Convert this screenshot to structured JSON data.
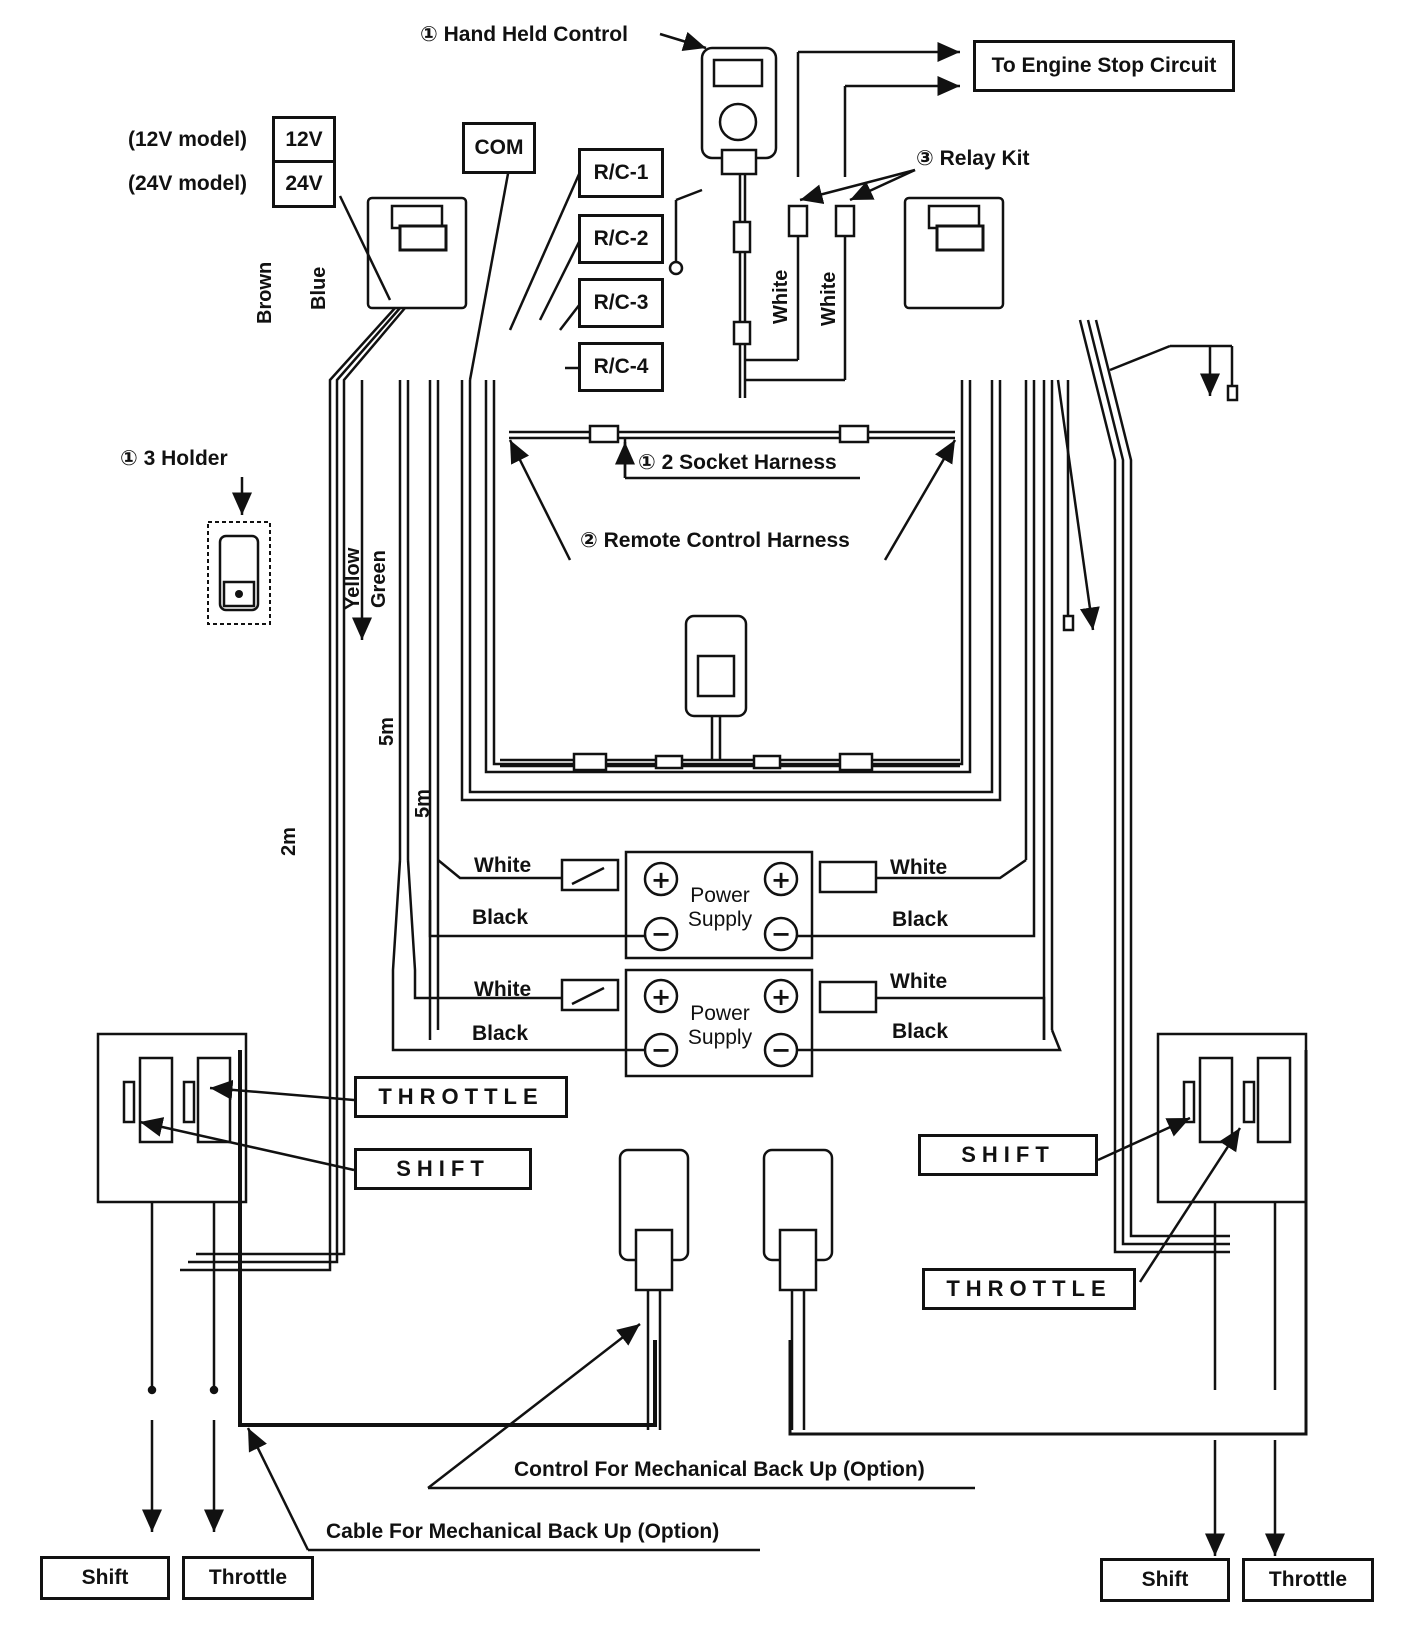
{
  "labels": {
    "hand_held_control": "① Hand Held Control",
    "engine_stop": "To Engine Stop Circuit",
    "relay_kit": "③ Relay Kit",
    "model_12v": "(12V model)",
    "model_24v": "(24V model)",
    "v12": "12V",
    "v24": "24V",
    "com": "COM",
    "rc1": "R/C-1",
    "rc2": "R/C-2",
    "rc3": "R/C-3",
    "rc4": "R/C-4",
    "holder": "① 3 Holder",
    "socket_harness": "① 2 Socket Harness",
    "remote_harness": "② Remote Control Harness",
    "throttle_box_left": "THROTTLE",
    "shift_box_left": "SHIFT",
    "shift_box_right": "SHIFT",
    "throttle_box_right": "THROTTLE",
    "control_backup": "Control For Mechanical Back Up (Option)",
    "cable_backup": "Cable For Mechanical Back Up (Option)",
    "shift_bottom_left": "Shift",
    "throttle_bottom_left": "Throttle",
    "shift_bottom_right": "Shift",
    "throttle_bottom_right": "Throttle"
  },
  "wires": {
    "brown": "Brown",
    "blue": "Blue",
    "yellow": "Yellow",
    "green": "Green",
    "white_left": "White",
    "white_right": "White",
    "len_2m": "2m",
    "len_5m_a": "5m",
    "len_5m_b": "5m"
  },
  "power_supplies": [
    {
      "title": "Power",
      "subtitle": "Supply",
      "pos_left": "White",
      "neg_left": "Black",
      "pos_right": "White",
      "neg_right": "Black"
    },
    {
      "title": "Power",
      "subtitle": "Supply",
      "pos_left": "White",
      "neg_left": "Black",
      "pos_right": "White",
      "neg_right": "Black"
    }
  ]
}
